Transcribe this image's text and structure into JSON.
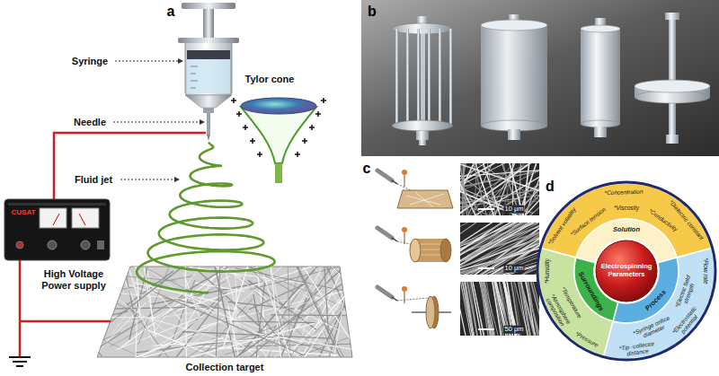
{
  "diagram": {
    "nodes": [
      {
        "text": [
          "Electrospinning Parameters"
        ]
      }
    ],
    "labels": [
      "a",
      "Syringe",
      "Needle",
      "Fluid jet",
      "Tylor cone",
      "CUSAT",
      "High Voltage Power supply",
      "Collection target",
      "b",
      "c",
      "10 μm",
      "10 μm",
      "50 μm",
      "d",
      "Solution",
      "Process",
      "Surroundings",
      "*Solvent volatility",
      "*Concentration",
      "*Surface tension",
      "*Viscosity",
      "*Conductivity",
      "*Dielectric constant",
      "*Flow rate",
      "*Electrostatic potential",
      "*Electric field strength",
      "*Tip -collector distance",
      "*Syringe orifice diameter",
      "*Humidity",
      "*Atmosphere composition",
      "*Temperature",
      "*Pressure"
    ]
  }
}
